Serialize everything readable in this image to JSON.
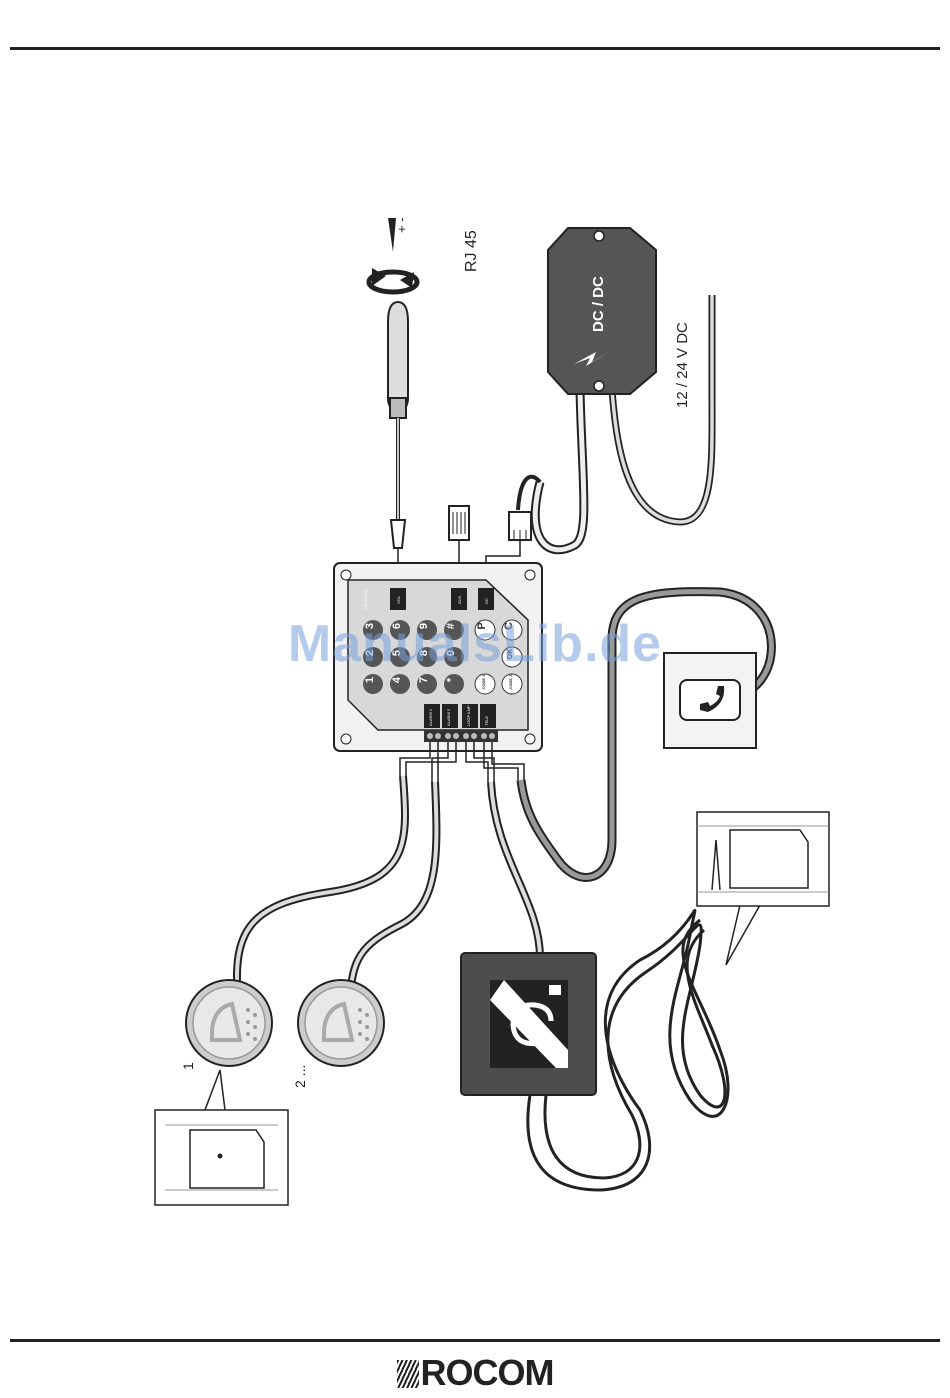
{
  "labels": {
    "volume_sign": "+ -",
    "rj45": "RJ 45",
    "dcdc": "DC / DC",
    "supply_voltage": "12 / 24 V DC",
    "button_1": "1",
    "button_2": "2 ..."
  },
  "panel": {
    "brand": "PALTCOM",
    "ports": [
      "VOL",
      "AUX",
      "DC"
    ],
    "terminals": [
      "ALARM 1",
      "ALARM 2",
      "LOOP AMP",
      "TELE"
    ],
    "keys": [
      "1",
      "2",
      "3",
      "4",
      "5",
      "6",
      "7",
      "8",
      "9",
      "*",
      "0",
      "#",
      "CODE 1",
      "CODE 2",
      "P",
      "C",
      "OK"
    ]
  },
  "watermark": "ManualsLib.de",
  "footer": {
    "brand": "ROCOM"
  },
  "colors": {
    "ink": "#222222",
    "panel": "#e6e6e6",
    "key": "#555555",
    "box": "#4d4d4d",
    "cable": "#7a7a7a"
  }
}
